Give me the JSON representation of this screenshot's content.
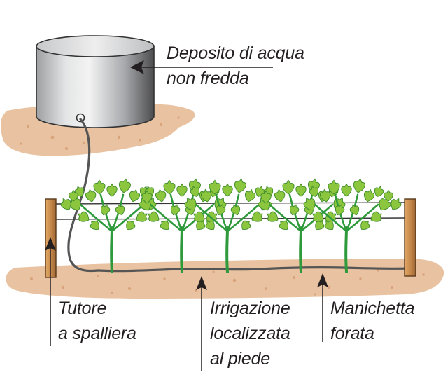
{
  "labels": {
    "tank": {
      "line1": "Deposito di acqua",
      "line2": "non fredda"
    },
    "stake": {
      "line1": "Tutore",
      "line2": "a spalliera"
    },
    "irrigation": {
      "line1": "Irrigazione",
      "line2": "localizzata",
      "line3": "al piede"
    },
    "hose": {
      "line1": "Manichetta",
      "line2": "forata"
    }
  },
  "colors": {
    "soil": "#e9c3a1",
    "soil_speck": "#d9a37c",
    "tank_light": "#f0f0f0",
    "tank_dark": "#4d4d4f",
    "post": "#c98a4c",
    "leaf": "#8cc63f",
    "leaf_dark": "#3d8b2a",
    "stem": "#2f9a3c",
    "hose": "#555555",
    "text": "#231f20"
  }
}
